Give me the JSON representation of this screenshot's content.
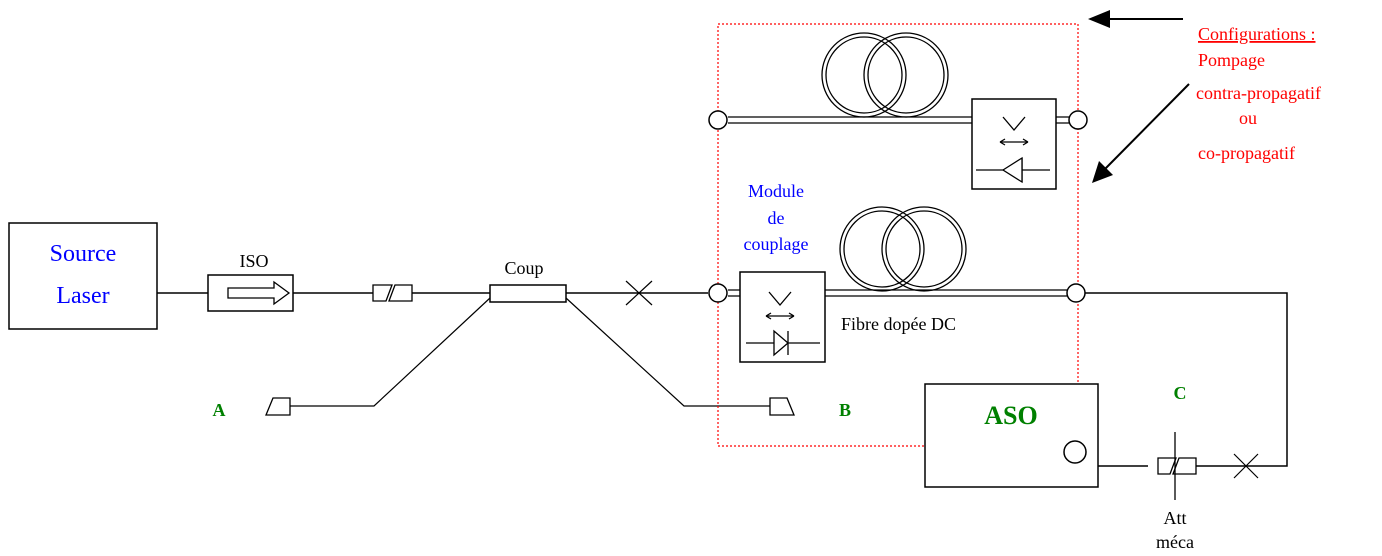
{
  "source": {
    "line1": "Source",
    "line2": "Laser",
    "color": "#0000ff"
  },
  "iso_label": "ISO",
  "coupler_label": "Coup",
  "module": {
    "line1": "Module",
    "line2": "de",
    "line3": "couplage",
    "color": "#0000ff"
  },
  "fiber_label": "Fibre dopée DC",
  "ports": {
    "a": "A",
    "b": "B",
    "c": "C",
    "color": "#008000"
  },
  "aso_label": "ASO",
  "att": {
    "line1": "Att",
    "line2": "méca"
  },
  "configurations": {
    "title": "Configurations :",
    "line1": "Pompage",
    "line2": "contra-propagatif",
    "line3": "ou",
    "line4": "co-propagatif",
    "color": "#ff0000"
  },
  "dashed_box_color": "#ff0000"
}
